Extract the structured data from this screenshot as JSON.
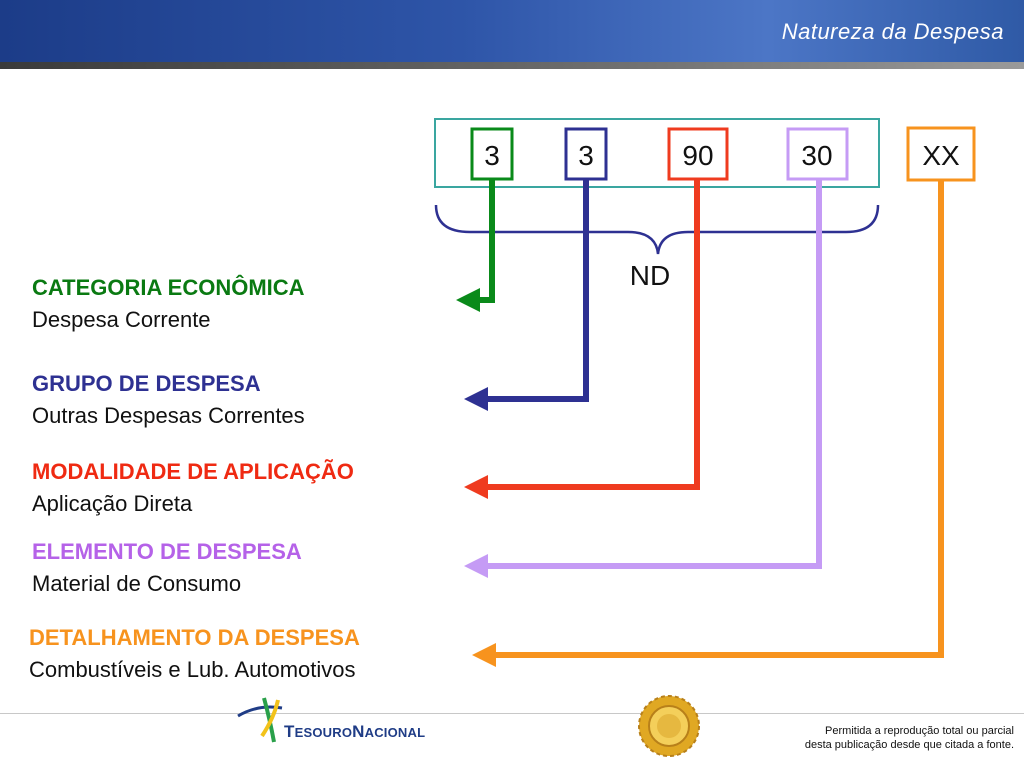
{
  "header": {
    "title": "Natureza da Despesa"
  },
  "codes": [
    {
      "value": "3",
      "color": "#0a8a1a"
    },
    {
      "value": "3",
      "color": "#2e3192"
    },
    {
      "value": "90",
      "color": "#ef3b1f"
    },
    {
      "value": "30",
      "color": "#c59bf5"
    },
    {
      "value": "XX",
      "color": "#f7931e"
    }
  ],
  "nd_label": "ND",
  "labels": [
    {
      "title": "CATEGORIA ECONÔMICA",
      "subtitle": "Despesa Corrente",
      "color": "#0a7a12"
    },
    {
      "title": "GRUPO DE DESPESA",
      "subtitle": "Outras Despesas Correntes",
      "color": "#2e3192"
    },
    {
      "title": "MODALIDADE DE APLICAÇÃO",
      "subtitle": "Aplicação Direta",
      "color": "#ef2a12"
    },
    {
      "title": "ELEMENTO DE DESPESA",
      "subtitle": "Material de Consumo",
      "color": "#b562e8"
    },
    {
      "title": "DETALHAMENTO DA DESPESA",
      "subtitle": "Combustíveis e Lub. Automotivos",
      "color": "#f7931e"
    }
  ],
  "footer": {
    "logo_text_1": "T",
    "logo_text_2": "ESOURO",
    "logo_text_3": "N",
    "logo_text_4": "ACIONAL",
    "note_line1": "Permitida a reprodução total ou parcial",
    "note_line2": "desta publicação desde que citada a fonte.",
    "accent_teal": "#3aa6a0"
  }
}
